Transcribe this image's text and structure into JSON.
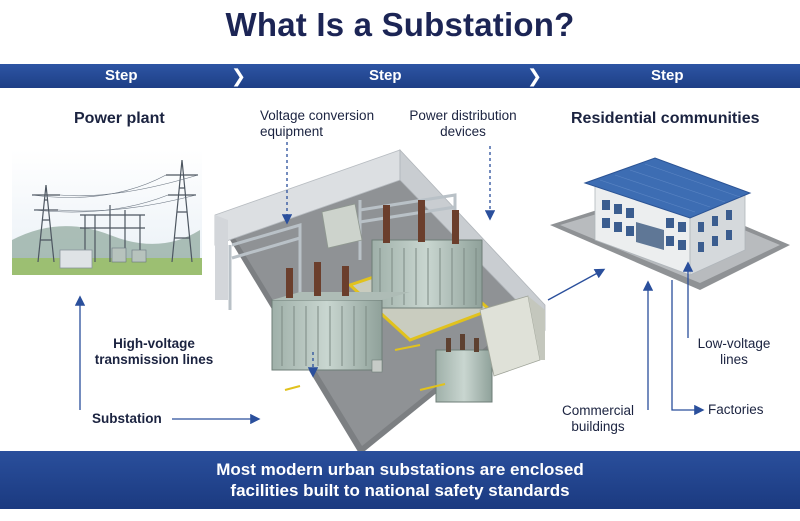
{
  "title": "What Is a Substation?",
  "steps": [
    "Step",
    "Step",
    "Step"
  ],
  "labels": {
    "power_plant": "Power plant",
    "voltage_conversion": "Voltage conversion\nequipment",
    "power_distribution": "Power distribution\ndevices",
    "residential": "Residential communities",
    "high_voltage": "High-voltage\ntransmission lines",
    "substation": "Substation",
    "low_voltage": "Low-voltage\nlines",
    "commercial": "Commercial\nbuildings",
    "factories": "Factories"
  },
  "footer": "Most modern urban substations are enclosed\nfacilities built to national safety standards",
  "colors": {
    "brand_blue": "#1e3f86",
    "title_navy": "#1c2555",
    "arrow_blue": "#2a4f9c"
  }
}
